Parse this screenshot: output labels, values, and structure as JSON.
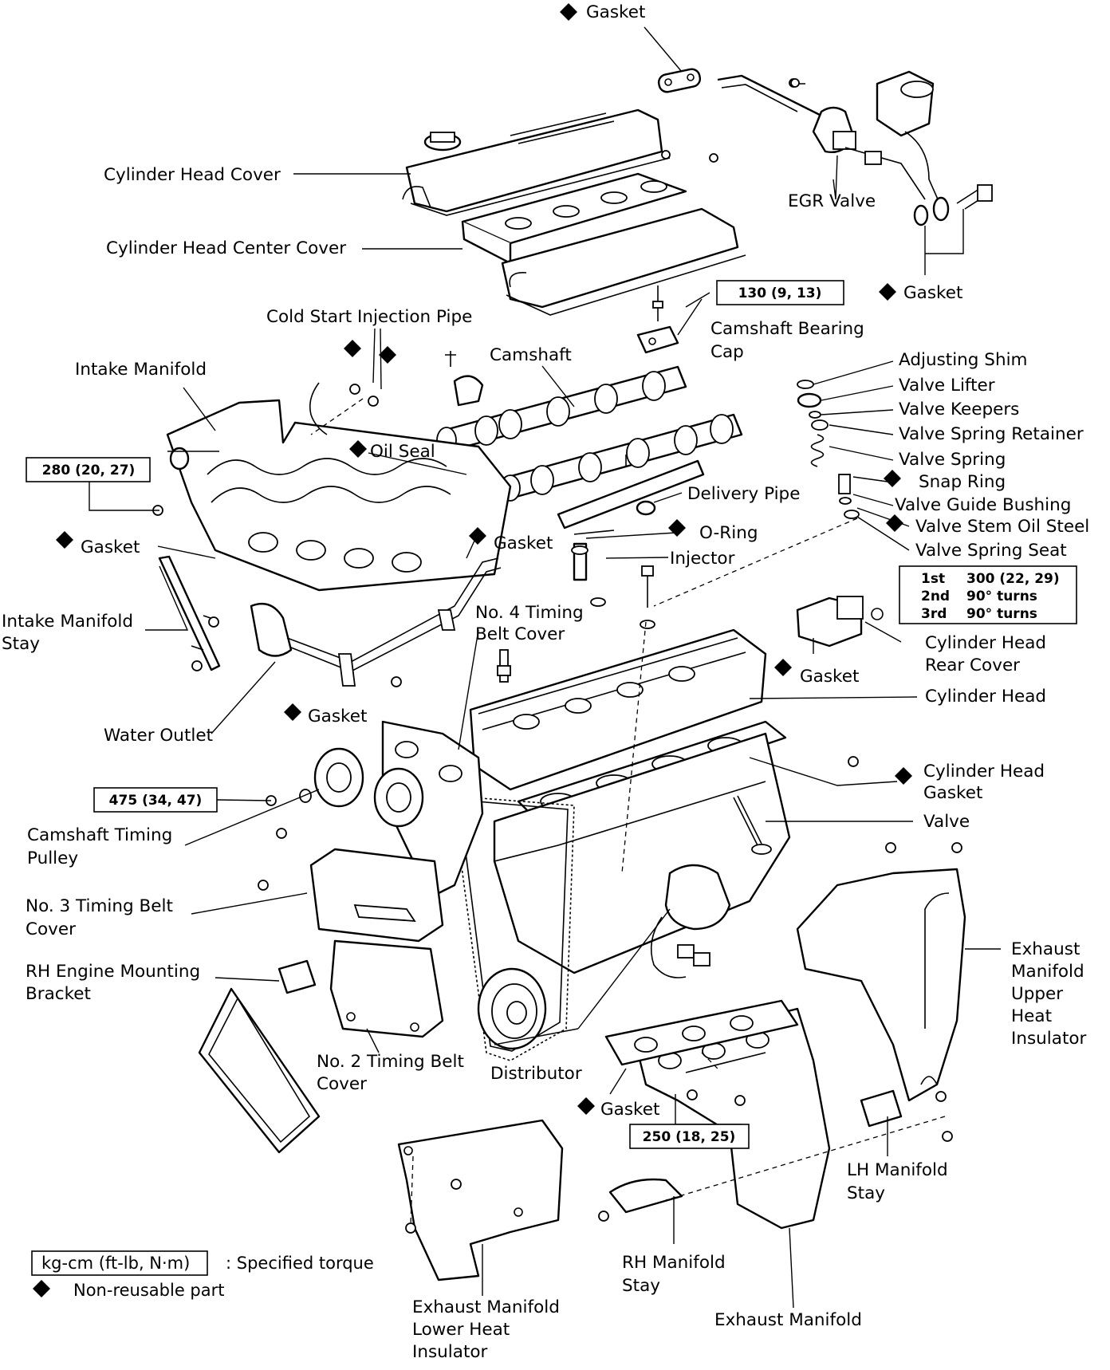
{
  "labels": {
    "gasket_top": "Gasket",
    "cylinder_head_cover": "Cylinder Head Cover",
    "cylinder_head_center_cover": "Cylinder Head Center Cover",
    "egr_valve": "EGR Valve",
    "gasket_egr": "Gasket",
    "cold_start_injection_pipe": "Cold Start Injection Pipe",
    "camshaft_bearing_cap_1": "Camshaft Bearing",
    "camshaft_bearing_cap_2": "Cap",
    "intake_manifold": "Intake Manifold",
    "camshaft": "Camshaft",
    "oil_seal": "Oil Seal",
    "adjusting_shim": "Adjusting Shim",
    "valve_lifter": "Valve Lifter",
    "valve_keepers": "Valve Keepers",
    "valve_spring_retainer": "Valve Spring Retainer",
    "valve_spring": "Valve Spring",
    "snap_ring": "Snap Ring",
    "valve_guide_bushing": "Valve Guide Bushing",
    "valve_stem_oil_seal": "Valve Stem Oil Steel",
    "valve_spring_seat": "Valve Spring Seat",
    "delivery_pipe": "Delivery Pipe",
    "gasket_left": "Gasket",
    "gasket_mid": "Gasket",
    "o_ring": "O-Ring",
    "injector": "Injector",
    "intake_manifold_stay_1": "Intake Manifold",
    "intake_manifold_stay_2": "Stay",
    "no4_belt_cover_1": "No. 4 Timing",
    "no4_belt_cover_2": "Belt Cover",
    "cylinder_head_rear_cover_1": "Cylinder Head",
    "cylinder_head_rear_cover_2": "Rear Cover",
    "gasket_rear": "Gasket",
    "gasket_water": "Gasket",
    "cylinder_head": "Cylinder Head",
    "water_outlet": "Water Outlet",
    "cylinder_head_gasket_1": "Cylinder Head",
    "cylinder_head_gasket_2": "Gasket",
    "valve": "Valve",
    "camshaft_timing_pulley_1": "Camshaft Timing",
    "camshaft_timing_pulley_2": "Pulley",
    "no3_belt_cover_1": "No. 3 Timing Belt",
    "no3_belt_cover_2": "Cover",
    "rh_engine_mount_1": "RH Engine Mounting",
    "rh_engine_mount_2": "Bracket",
    "exh_upper_insulator_1": "Exhaust",
    "exh_upper_insulator_2": "Manifold",
    "exh_upper_insulator_3": "Upper",
    "exh_upper_insulator_4": "Heat",
    "exh_upper_insulator_5": "Insulator",
    "no2_belt_cover_1": "No. 2 Timing Belt",
    "no2_belt_cover_2": "Cover",
    "distributor": "Distributor",
    "gasket_exhaust": "Gasket",
    "lh_manifold_stay_1": "LH Manifold",
    "lh_manifold_stay_2": "Stay",
    "rh_manifold_stay_1": "RH Manifold",
    "rh_manifold_stay_2": "Stay",
    "exh_lower_insulator_1": "Exhaust Manifold",
    "exh_lower_insulator_2": "Lower Heat",
    "exh_lower_insulator_3": "Insulator",
    "exhaust_manifold": "Exhaust Manifold"
  },
  "torques": {
    "bearing_cap": "130 (9, 13)",
    "intake_manifold": "280 (20, 27)",
    "head_bolt_step1_label": "1st",
    "head_bolt_step1_value": "300 (22, 29)",
    "head_bolt_step2_label": "2nd",
    "head_bolt_step2_value": "90° turns",
    "head_bolt_step3_label": "3rd",
    "head_bolt_step3_value": "90° turns",
    "pulley": "475 (34, 47)",
    "exhaust_manifold": "250 (18, 25)"
  },
  "legend": {
    "torque_unit": "kg-cm (ft-lb, N·m)",
    "torque_desc": ":  Specified torque",
    "nonreusable_desc": "Non-reusable part"
  }
}
